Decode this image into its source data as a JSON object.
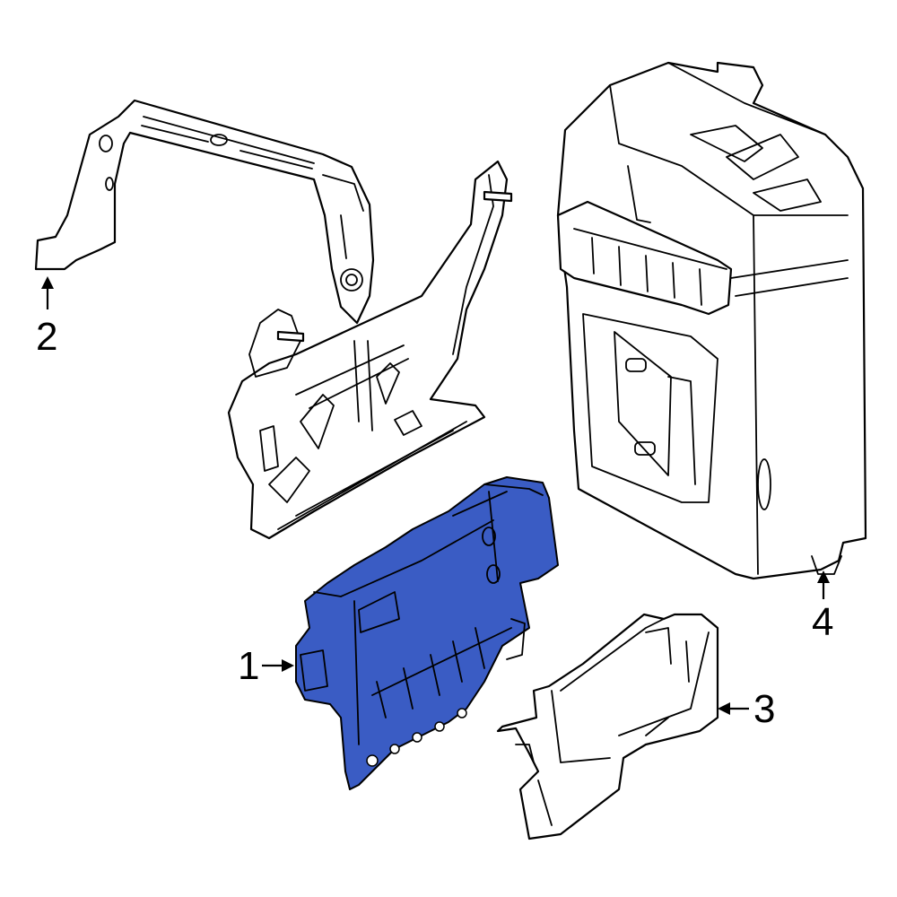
{
  "colors": {
    "highlight": "#3a5cc4",
    "line": "#000000",
    "background": "#ffffff"
  },
  "callouts": [
    {
      "id": "1",
      "label": "1"
    },
    {
      "id": "2",
      "label": "2"
    },
    {
      "id": "3",
      "label": "3"
    },
    {
      "id": "4",
      "label": "4"
    }
  ]
}
